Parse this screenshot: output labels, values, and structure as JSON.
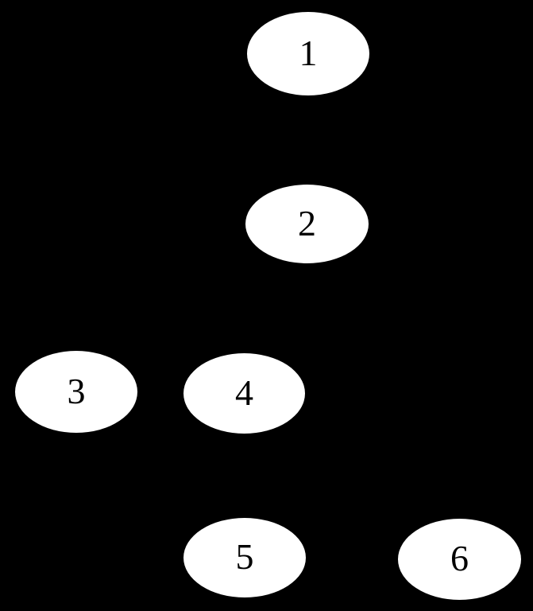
{
  "diagram": {
    "type": "graph",
    "background_color": "#000000",
    "node_fill_color": "#ffffff",
    "node_text_color": "#000000",
    "node_shape": "ellipse",
    "nodes": [
      {
        "id": "node-1",
        "label": "1"
      },
      {
        "id": "node-2",
        "label": "2"
      },
      {
        "id": "node-3",
        "label": "3"
      },
      {
        "id": "node-4",
        "label": "4"
      },
      {
        "id": "node-5",
        "label": "5"
      },
      {
        "id": "node-6",
        "label": "6"
      }
    ]
  }
}
